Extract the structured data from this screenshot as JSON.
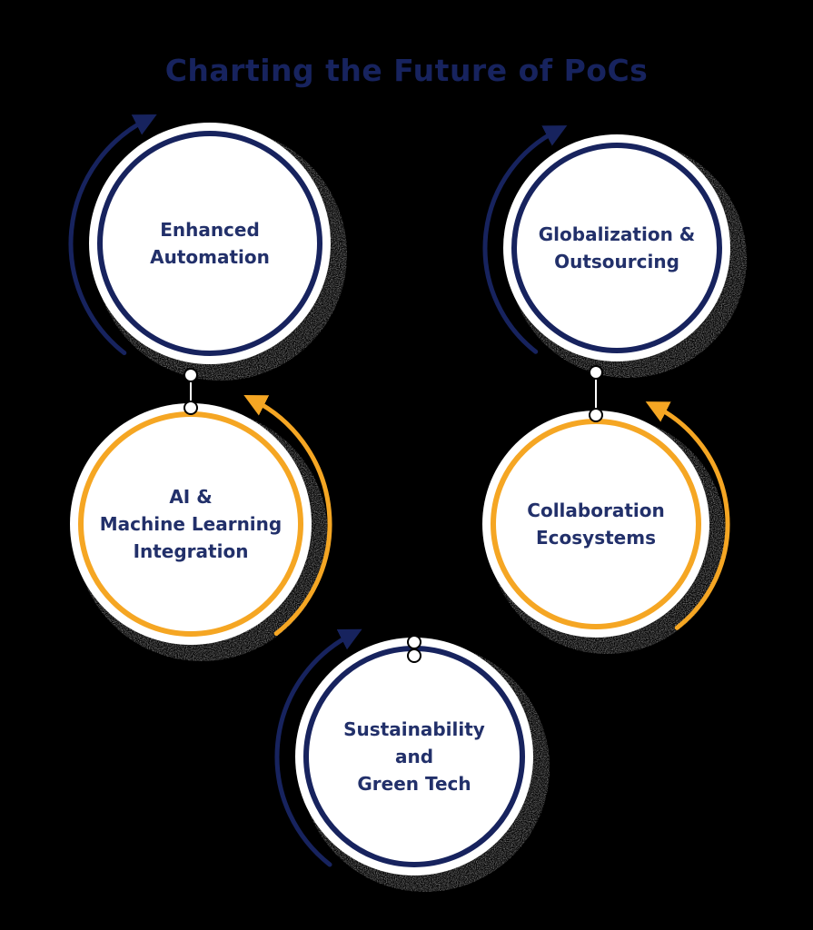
{
  "title": "Charting the Future of PoCs",
  "colors": {
    "background": "#000000",
    "navy": "#17235e",
    "orange": "#f5a623",
    "circle_fill": "#ffffff",
    "title": "#17235e",
    "label": "#22306a"
  },
  "nodes": [
    {
      "id": "enhanced-automation",
      "lines": [
        "Enhanced",
        "Automation"
      ],
      "ring_color": "navy",
      "arrow_color": "navy"
    },
    {
      "id": "globalization-outsourcing",
      "lines": [
        "Globalization &",
        "Outsourcing"
      ],
      "ring_color": "navy",
      "arrow_color": "navy"
    },
    {
      "id": "ai-machine-learning",
      "lines": [
        "AI &",
        "Machine Learning",
        "Integration"
      ],
      "ring_color": "orange",
      "arrow_color": "orange"
    },
    {
      "id": "collaboration-ecosystems",
      "lines": [
        "Collaboration",
        "Ecosystems"
      ],
      "ring_color": "orange",
      "arrow_color": "orange"
    },
    {
      "id": "sustainability-green-tech",
      "lines": [
        "Sustainability",
        "and",
        "Green Tech"
      ],
      "ring_color": "navy",
      "arrow_color": "navy"
    }
  ],
  "connectors": [
    {
      "from": "enhanced-automation",
      "to": "ai-machine-learning"
    },
    {
      "from": "globalization-outsourcing",
      "to": "collaboration-ecosystems"
    },
    {
      "from": "ai-machine-learning",
      "to": "sustainability-green-tech"
    }
  ]
}
